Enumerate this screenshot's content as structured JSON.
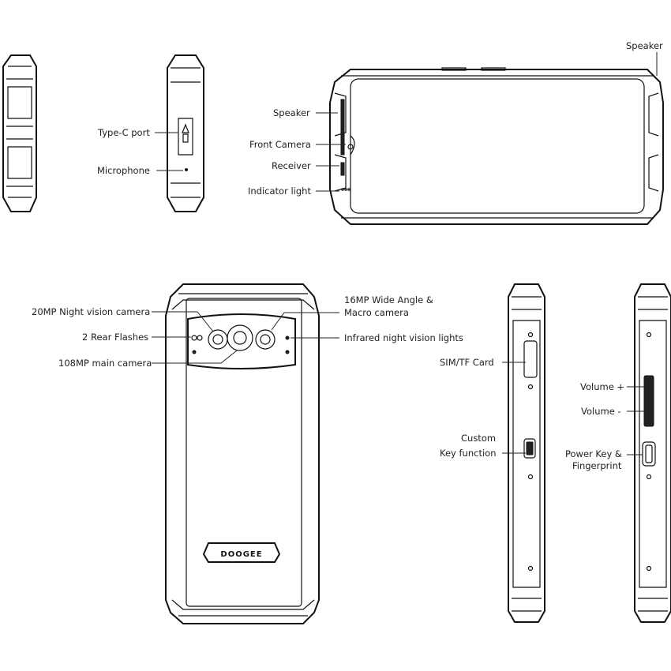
{
  "brand": "DOOGEE",
  "labels": {
    "speaker_top": "Speaker",
    "type_c_port": "Type-C port",
    "microphone": "Microphone",
    "speaker": "Speaker",
    "front_camera": "Front Camera",
    "receiver": "Receiver",
    "indicator_light": "Indicator light",
    "night_vision_camera": "20MP Night vision camera",
    "rear_flashes": "2 Rear Flashes",
    "main_camera": "108MP main camera",
    "wide_angle_1": "16MP Wide Angle &",
    "wide_angle_2": "Macro camera",
    "infrared_lights": "Infrared night vision lights",
    "sim_card": "SIM/TF Card",
    "custom_1": "Custom",
    "custom_2": "Key function",
    "volume_up": "Volume +",
    "volume_down": "Volume -",
    "power_1": "Power Key &",
    "power_2": "Fingerprint"
  }
}
